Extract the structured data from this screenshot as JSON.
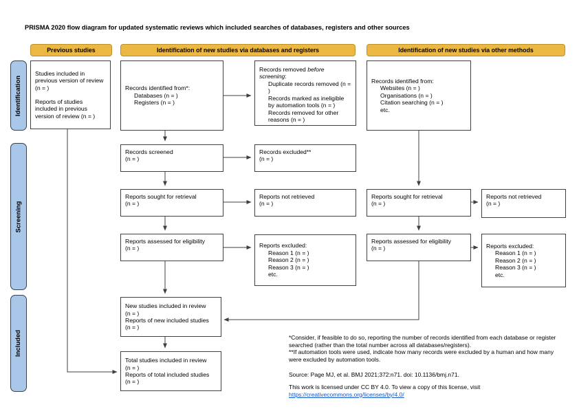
{
  "title": "PRISMA 2020 flow diagram for updated systematic reviews which included searches of databases, registers and other sources",
  "colors": {
    "header_bg": "#EAB843",
    "header_border": "#BD9125",
    "stage_bg": "#A9C7E8",
    "stage_border": "#39424E",
    "box_border": "#3F3F3F",
    "arrow": "#3F3F3F",
    "link_blue": "#1155CC"
  },
  "headers": {
    "previous": "Previous studies",
    "databases": "Identification of new studies via databases and registers",
    "other": "Identification of new studies via other methods"
  },
  "stages": {
    "identification": "Identification",
    "screening": "Screening",
    "included": "Included"
  },
  "boxes": {
    "previous_studies": {
      "para1": "Studies included in previous version of review (n = )",
      "para2": "Reports of studies included in previous version of review (n = )"
    },
    "records_identified_db": {
      "title": "Records identified from*:",
      "items": [
        "Databases (n = )",
        "Registers (n = )"
      ]
    },
    "records_removed": {
      "pre": "Records removed ",
      "italic": "before screening",
      "post": ":",
      "items": [
        "Duplicate records removed (n = )",
        "Records marked as ineligible by automation tools (n = )",
        "Records removed for other reasons (n = )"
      ]
    },
    "records_screened": {
      "line1": "Records screened",
      "line2": "(n = )"
    },
    "records_excluded": {
      "line1": "Records excluded**",
      "line2": "(n = )"
    },
    "reports_sought_db": {
      "line1": "Reports sought for retrieval",
      "line2": "(n = )"
    },
    "reports_not_retrieved_db": {
      "line1": "Reports not retrieved",
      "line2": "(n = )"
    },
    "reports_assessed_db": {
      "line1": "Reports assessed for eligibility",
      "line2": "(n = )"
    },
    "reports_excluded_db": {
      "title": "Reports excluded:",
      "items": [
        "Reason 1 (n = )",
        "Reason 2 (n = )",
        "Reason 3 (n = )",
        "etc."
      ]
    },
    "records_identified_other": {
      "title": "Records identified from:",
      "items": [
        "Websites (n = )",
        "Organisations (n = )",
        "Citation searching (n = )",
        "etc."
      ]
    },
    "reports_sought_other": {
      "line1": "Reports sought for retrieval",
      "line2": "(n = )"
    },
    "reports_not_retrieved_other": {
      "line1": "Reports not retrieved",
      "line2": "(n = )"
    },
    "reports_assessed_other": {
      "line1": "Reports assessed for eligibility",
      "line2": "(n = )"
    },
    "reports_excluded_other": {
      "title": "Reports excluded:",
      "items": [
        "Reason 1 (n = )",
        "Reason 2 (n = )",
        "Reason 3 (n = )",
        "etc."
      ]
    },
    "new_studies": {
      "line1": "New studies included in review",
      "line2": "(n = )",
      "line3": "Reports of new included studies",
      "line4": "(n = )"
    },
    "total_studies": {
      "line1": "Total studies included in review",
      "line2": "(n = )",
      "line3": "Reports of total included studies",
      "line4": "(n = )"
    }
  },
  "footnotes": {
    "note1": "*Consider, if feasible to do so, reporting the number of records identified from each database or register searched (rather than the total number across all databases/registers).",
    "note2": "**If automation tools were used, indicate how many records were excluded by a human and how many were excluded by automation tools.",
    "source": "Source: Page MJ, et al. BMJ 2021;372:n71. doi: 10.1136/bmj.n71.",
    "license_text": "This work is licensed under CC BY 4.0. To view a copy of this license, visit ",
    "license_url": "https://creativecommons.org/licenses/by/4.0/"
  }
}
